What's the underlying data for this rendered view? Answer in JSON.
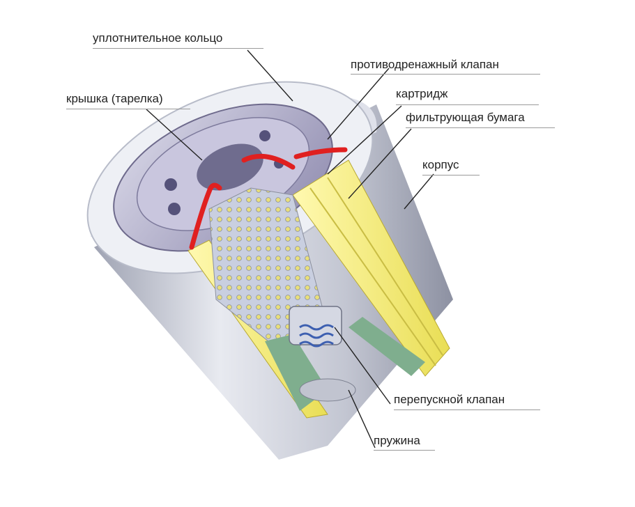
{
  "labels": {
    "seal_ring": "уплотнительное кольцо",
    "antidrain_valve": "противодренажный клапан",
    "cover": "крышка (тарелка)",
    "cartridge": "картридж",
    "filter_paper": "фильтрующая бумага",
    "housing": "корпус",
    "bypass_valve": "перепускной клапан",
    "spring": "пружина"
  },
  "colors": {
    "housing": "#cfd2dc",
    "cover": "#a9a6c4",
    "filter_paper": "#f6f08a",
    "gasket": "#e02020",
    "green_cap": "#7fae8e",
    "leader_line": "#222222"
  }
}
